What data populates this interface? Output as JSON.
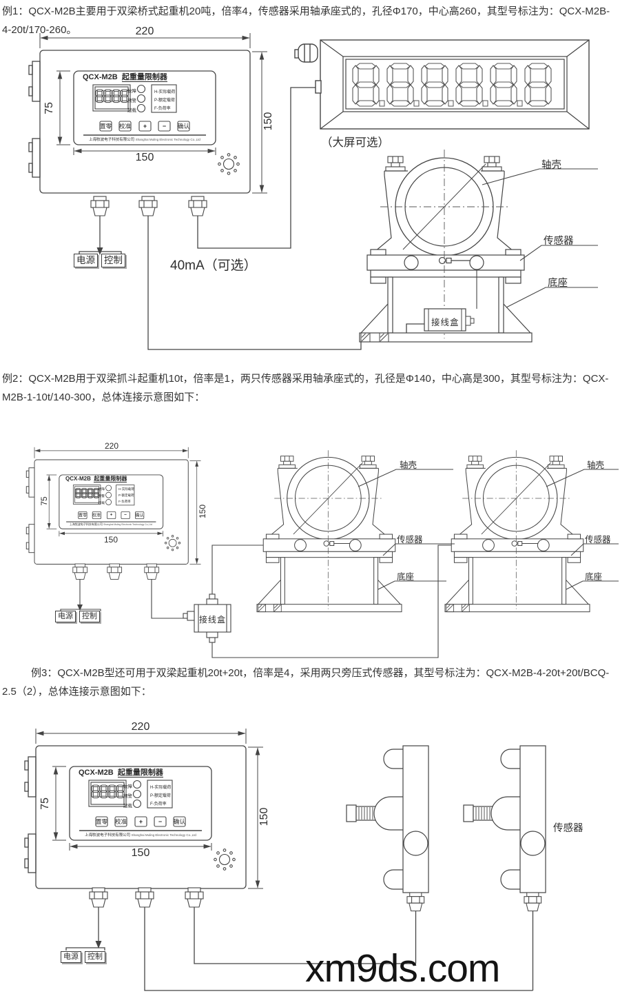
{
  "examples": {
    "ex1": "例1：QCX-M2B主要用于双梁桥式起重机20吨，倍率4，传感器采用轴承座式的，孔径Φ170，中心高260，其型号标注为：QCX-M2B-4-20t/170-260。",
    "ex2": "例2：QCX-M2B用于双梁抓斗起重机10t，倍率是1，两只传感器采用轴承座式的，孔径是Φ140，中心高是300，其型号标注为：QCX-M2B-1-10t/140-300，总体连接示意图如下：",
    "ex3": "例3：QCX-M2B型还可用于双梁起重机20t+20t，倍率是4，采用两只旁压式传感器，其型号标注为：QCX-M2B-4-20t+20t/BCQ-2.5（2），总体连接示意图如下："
  },
  "panel": {
    "model": "QCX-M2B",
    "title": "起重量限制器",
    "display_digits": "8888",
    "leds": [
      "故障",
      "预警",
      "超载"
    ],
    "legend": [
      "H-实际载荷",
      "P-额定载荷",
      "F-负荷率"
    ],
    "buttons": [
      "置零",
      "校准",
      "+",
      "−",
      "确认"
    ],
    "company_cn": "上海牧波电子科技有限公司",
    "company_en": "Shanghai Muling Electronic Technology Co.,Ltd"
  },
  "big_display": {
    "digits": "8.8.8.8.8.8",
    "note": "（大屏可选）"
  },
  "dims": {
    "w220": "220",
    "h75": "75",
    "w150": "150",
    "h150": "150"
  },
  "labels": {
    "power": "电源",
    "ctrl": "控制",
    "out40": "40mA（可选）",
    "axle": "轴壳",
    "sensor": "传感器",
    "base": "底座",
    "jbox": "接线盒"
  },
  "watermark": "xm9ds.com"
}
